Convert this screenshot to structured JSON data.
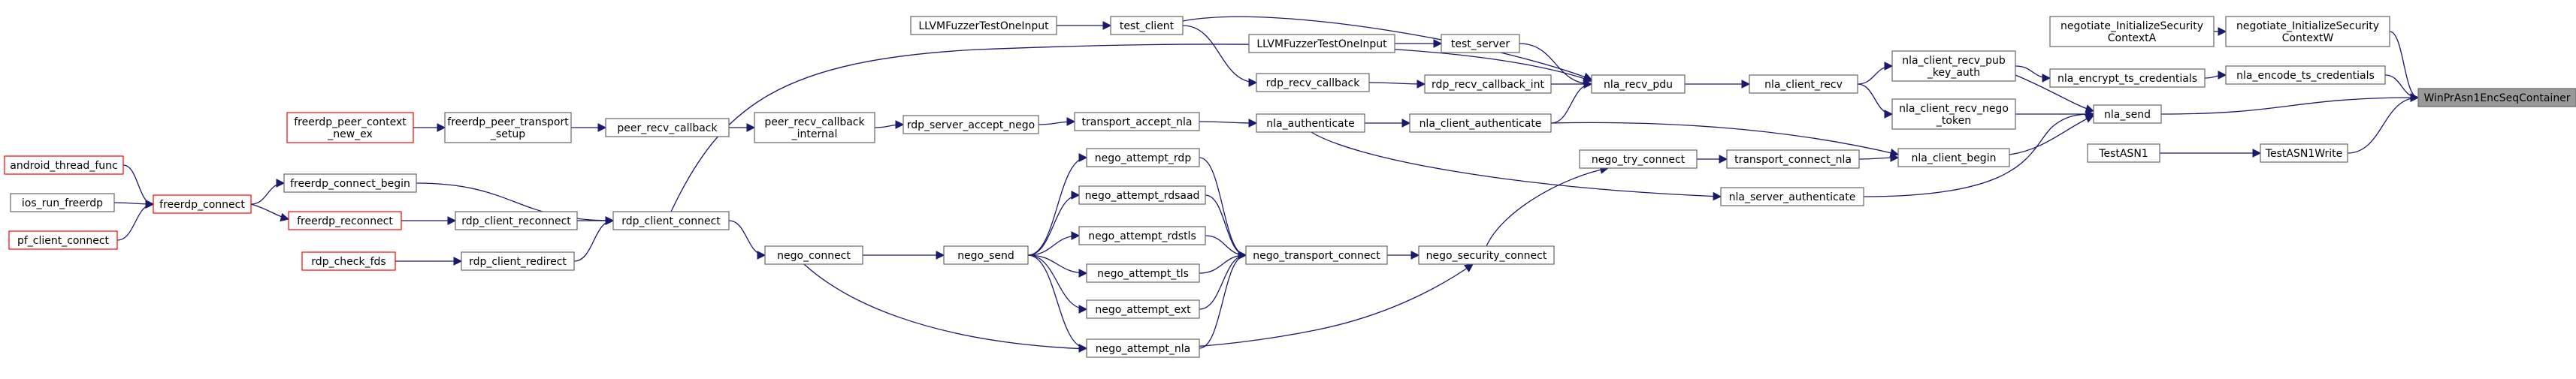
{
  "colors": {
    "edge": "#191970",
    "node_border": "#666666",
    "node_fill": "#ffffff",
    "root_fill": "#999999",
    "truncated_border": "#ff0000"
  },
  "nodes": [
    {
      "id": "WinPrAsn1EncSeqContainer",
      "lines": [
        "WinPrAsn1EncSeqContainer"
      ],
      "kind": "root"
    },
    {
      "id": "negotiate_InitializeSecurityContextW",
      "lines": [
        "negotiate_InitializeSecurity",
        "ContextW"
      ],
      "kind": "normal"
    },
    {
      "id": "negotiate_InitializeSecurityContextA",
      "lines": [
        "negotiate_InitializeSecurity",
        "ContextA"
      ],
      "kind": "normal"
    },
    {
      "id": "nla_encode_ts_credentials",
      "lines": [
        "nla_encode_ts_credentials"
      ],
      "kind": "normal"
    },
    {
      "id": "nla_encrypt_ts_credentials",
      "lines": [
        "nla_encrypt_ts_credentials"
      ],
      "kind": "normal"
    },
    {
      "id": "nla_send",
      "lines": [
        "nla_send"
      ],
      "kind": "normal"
    },
    {
      "id": "TestASN1Write",
      "lines": [
        "TestASN1Write"
      ],
      "kind": "normal"
    },
    {
      "id": "TestASN1",
      "lines": [
        "TestASN1"
      ],
      "kind": "normal"
    },
    {
      "id": "nla_client_recv_pub_key_auth",
      "lines": [
        "nla_client_recv_pub",
        "_key_auth"
      ],
      "kind": "normal"
    },
    {
      "id": "nla_client_recv_nego_token",
      "lines": [
        "nla_client_recv_nego",
        "_token"
      ],
      "kind": "normal"
    },
    {
      "id": "nla_client_begin",
      "lines": [
        "nla_client_begin"
      ],
      "kind": "normal"
    },
    {
      "id": "nla_server_authenticate",
      "lines": [
        "nla_server_authenticate"
      ],
      "kind": "normal"
    },
    {
      "id": "nla_client_recv",
      "lines": [
        "nla_client_recv"
      ],
      "kind": "normal"
    },
    {
      "id": "nla_recv_pdu",
      "lines": [
        "nla_recv_pdu"
      ],
      "kind": "normal"
    },
    {
      "id": "test_client",
      "lines": [
        "test_client"
      ],
      "kind": "normal"
    },
    {
      "id": "LLVMFuzzerTestOneInput_a",
      "lines": [
        "LLVMFuzzerTestOneInput"
      ],
      "kind": "normal"
    },
    {
      "id": "test_server",
      "lines": [
        "test_server"
      ],
      "kind": "normal"
    },
    {
      "id": "LLVMFuzzerTestOneInput_b",
      "lines": [
        "LLVMFuzzerTestOneInput"
      ],
      "kind": "normal"
    },
    {
      "id": "rdp_recv_callback_int",
      "lines": [
        "rdp_recv_callback_int"
      ],
      "kind": "normal"
    },
    {
      "id": "rdp_recv_callback",
      "lines": [
        "rdp_recv_callback"
      ],
      "kind": "normal"
    },
    {
      "id": "rdp_client_connect",
      "lines": [
        "rdp_client_connect"
      ],
      "kind": "normal"
    },
    {
      "id": "freerdp_connect_begin",
      "lines": [
        "freerdp_connect_begin"
      ],
      "kind": "normal"
    },
    {
      "id": "freerdp_connect",
      "lines": [
        "freerdp_connect"
      ],
      "kind": "truncated"
    },
    {
      "id": "android_thread_func",
      "lines": [
        "android_thread_func"
      ],
      "kind": "truncated"
    },
    {
      "id": "ios_run_freerdp",
      "lines": [
        "ios_run_freerdp"
      ],
      "kind": "normal"
    },
    {
      "id": "pf_client_connect",
      "lines": [
        "pf_client_connect"
      ],
      "kind": "truncated"
    },
    {
      "id": "freerdp_reconnect",
      "lines": [
        "freerdp_reconnect"
      ],
      "kind": "truncated"
    },
    {
      "id": "rdp_client_reconnect",
      "lines": [
        "rdp_client_reconnect"
      ],
      "kind": "normal"
    },
    {
      "id": "rdp_client_redirect",
      "lines": [
        "rdp_client_redirect"
      ],
      "kind": "normal"
    },
    {
      "id": "rdp_check_fds",
      "lines": [
        "rdp_check_fds"
      ],
      "kind": "truncated"
    },
    {
      "id": "nla_client_authenticate",
      "lines": [
        "nla_client_authenticate"
      ],
      "kind": "normal"
    },
    {
      "id": "nla_authenticate",
      "lines": [
        "nla_authenticate"
      ],
      "kind": "normal"
    },
    {
      "id": "transport_accept_nla",
      "lines": [
        "transport_accept_nla"
      ],
      "kind": "normal"
    },
    {
      "id": "rdp_server_accept_nego",
      "lines": [
        "rdp_server_accept_nego"
      ],
      "kind": "normal"
    },
    {
      "id": "peer_recv_callback_internal",
      "lines": [
        "peer_recv_callback",
        "_internal"
      ],
      "kind": "normal"
    },
    {
      "id": "peer_recv_callback",
      "lines": [
        "peer_recv_callback"
      ],
      "kind": "normal"
    },
    {
      "id": "freerdp_peer_transport_setup",
      "lines": [
        "freerdp_peer_transport",
        "_setup"
      ],
      "kind": "normal"
    },
    {
      "id": "freerdp_peer_context_new_ex",
      "lines": [
        "freerdp_peer_context",
        "_new_ex"
      ],
      "kind": "truncated"
    },
    {
      "id": "transport_connect_nla",
      "lines": [
        "transport_connect_nla"
      ],
      "kind": "normal"
    },
    {
      "id": "nego_try_connect",
      "lines": [
        "nego_try_connect"
      ],
      "kind": "normal"
    },
    {
      "id": "nego_security_connect",
      "lines": [
        "nego_security_connect"
      ],
      "kind": "normal"
    },
    {
      "id": "nego_transport_connect",
      "lines": [
        "nego_transport_connect"
      ],
      "kind": "normal"
    },
    {
      "id": "nego_attempt_rdp",
      "lines": [
        "nego_attempt_rdp"
      ],
      "kind": "normal"
    },
    {
      "id": "nego_attempt_rdsaad",
      "lines": [
        "nego_attempt_rdsaad"
      ],
      "kind": "normal"
    },
    {
      "id": "nego_attempt_rdstls",
      "lines": [
        "nego_attempt_rdstls"
      ],
      "kind": "normal"
    },
    {
      "id": "nego_attempt_tls",
      "lines": [
        "nego_attempt_tls"
      ],
      "kind": "normal"
    },
    {
      "id": "nego_attempt_ext",
      "lines": [
        "nego_attempt_ext"
      ],
      "kind": "normal"
    },
    {
      "id": "nego_attempt_nla",
      "lines": [
        "nego_attempt_nla"
      ],
      "kind": "normal"
    },
    {
      "id": "nego_send",
      "lines": [
        "nego_send"
      ],
      "kind": "normal"
    },
    {
      "id": "nego_connect",
      "lines": [
        "nego_connect"
      ],
      "kind": "normal"
    }
  ],
  "edges": [
    {
      "from": "negotiate_InitializeSecurityContextW",
      "to": "WinPrAsn1EncSeqContainer"
    },
    {
      "from": "negotiate_InitializeSecurityContextA",
      "to": "negotiate_InitializeSecurityContextW"
    },
    {
      "from": "nla_encode_ts_credentials",
      "to": "WinPrAsn1EncSeqContainer"
    },
    {
      "from": "nla_encrypt_ts_credentials",
      "to": "nla_encode_ts_credentials"
    },
    {
      "from": "nla_client_recv_pub_key_auth",
      "to": "nla_encrypt_ts_credentials"
    },
    {
      "from": "nla_send",
      "to": "WinPrAsn1EncSeqContainer"
    },
    {
      "from": "TestASN1Write",
      "to": "WinPrAsn1EncSeqContainer"
    },
    {
      "from": "TestASN1",
      "to": "TestASN1Write"
    },
    {
      "from": "nla_client_recv_pub_key_auth",
      "to": "nla_send"
    },
    {
      "from": "nla_client_recv_nego_token",
      "to": "nla_send"
    },
    {
      "from": "nla_client_begin",
      "to": "nla_send"
    },
    {
      "from": "nla_server_authenticate",
      "to": "nla_send"
    },
    {
      "from": "nla_client_recv",
      "to": "nla_client_recv_pub_key_auth"
    },
    {
      "from": "nla_client_recv",
      "to": "nla_client_recv_nego_token"
    },
    {
      "from": "nla_recv_pdu",
      "to": "nla_client_recv"
    },
    {
      "from": "test_client",
      "to": "nla_recv_pdu"
    },
    {
      "from": "LLVMFuzzerTestOneInput_a",
      "to": "test_client"
    },
    {
      "from": "test_server",
      "to": "nla_recv_pdu"
    },
    {
      "from": "LLVMFuzzerTestOneInput_b",
      "to": "test_server"
    },
    {
      "from": "rdp_recv_callback_int",
      "to": "nla_recv_pdu"
    },
    {
      "from": "rdp_recv_callback",
      "to": "rdp_recv_callback_int"
    },
    {
      "from": "test_client",
      "to": "rdp_recv_callback"
    },
    {
      "from": "rdp_client_connect",
      "to": "nla_recv_pdu"
    },
    {
      "from": "freerdp_connect_begin",
      "to": "rdp_client_connect"
    },
    {
      "from": "freerdp_connect",
      "to": "freerdp_connect_begin"
    },
    {
      "from": "android_thread_func",
      "to": "freerdp_connect"
    },
    {
      "from": "ios_run_freerdp",
      "to": "freerdp_connect"
    },
    {
      "from": "pf_client_connect",
      "to": "freerdp_connect"
    },
    {
      "from": "freerdp_reconnect",
      "to": "rdp_client_reconnect"
    },
    {
      "from": "freerdp_connect",
      "to": "freerdp_reconnect"
    },
    {
      "from": "rdp_client_reconnect",
      "to": "rdp_client_connect"
    },
    {
      "from": "rdp_client_redirect",
      "to": "rdp_client_connect"
    },
    {
      "from": "rdp_check_fds",
      "to": "rdp_client_redirect"
    },
    {
      "from": "nla_client_authenticate",
      "to": "nla_recv_pdu"
    },
    {
      "from": "nla_client_authenticate",
      "to": "nla_client_begin"
    },
    {
      "from": "nla_authenticate",
      "to": "nla_client_authenticate"
    },
    {
      "from": "nla_authenticate",
      "to": "nla_server_authenticate"
    },
    {
      "from": "transport_accept_nla",
      "to": "nla_authenticate"
    },
    {
      "from": "rdp_server_accept_nego",
      "to": "transport_accept_nla"
    },
    {
      "from": "peer_recv_callback_internal",
      "to": "rdp_server_accept_nego"
    },
    {
      "from": "peer_recv_callback",
      "to": "peer_recv_callback_internal"
    },
    {
      "from": "freerdp_peer_transport_setup",
      "to": "peer_recv_callback"
    },
    {
      "from": "freerdp_peer_context_new_ex",
      "to": "freerdp_peer_transport_setup"
    },
    {
      "from": "transport_connect_nla",
      "to": "nla_client_begin"
    },
    {
      "from": "nego_try_connect",
      "to": "transport_connect_nla"
    },
    {
      "from": "nego_security_connect",
      "to": "nego_try_connect"
    },
    {
      "from": "nego_transport_connect",
      "to": "nego_security_connect"
    },
    {
      "from": "nego_attempt_rdp",
      "to": "nego_transport_connect"
    },
    {
      "from": "nego_attempt_rdsaad",
      "to": "nego_transport_connect"
    },
    {
      "from": "nego_attempt_rdstls",
      "to": "nego_transport_connect"
    },
    {
      "from": "nego_attempt_tls",
      "to": "nego_transport_connect"
    },
    {
      "from": "nego_attempt_ext",
      "to": "nego_transport_connect"
    },
    {
      "from": "nego_attempt_nla",
      "to": "nego_transport_connect"
    },
    {
      "from": "nego_send",
      "to": "nego_attempt_rdp"
    },
    {
      "from": "nego_send",
      "to": "nego_attempt_rdsaad"
    },
    {
      "from": "nego_send",
      "to": "nego_attempt_rdstls"
    },
    {
      "from": "nego_send",
      "to": "nego_attempt_tls"
    },
    {
      "from": "nego_send",
      "to": "nego_attempt_ext"
    },
    {
      "from": "nego_send",
      "to": "nego_attempt_nla"
    },
    {
      "from": "nego_connect",
      "to": "nego_send"
    },
    {
      "from": "nego_connect",
      "to": "nego_security_connect"
    },
    {
      "from": "rdp_client_connect",
      "to": "nego_connect"
    }
  ]
}
